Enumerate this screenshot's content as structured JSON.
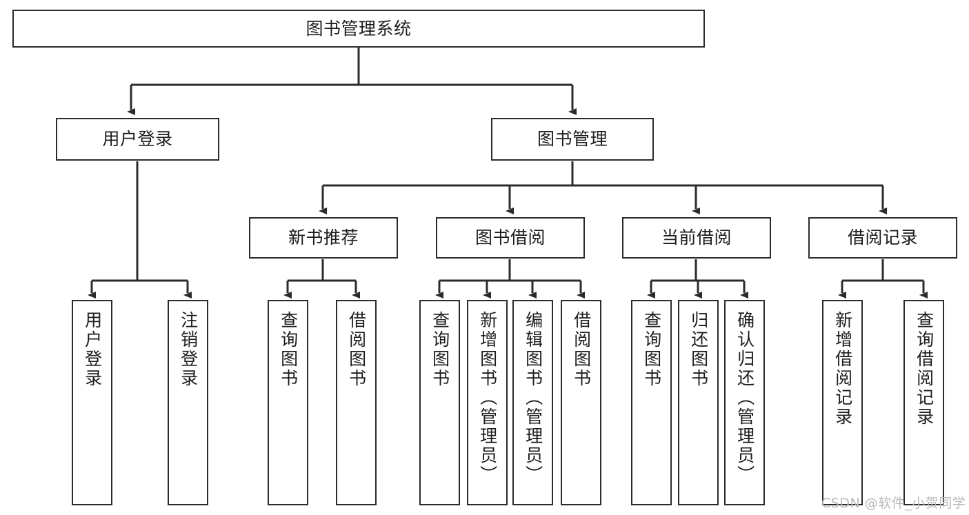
{
  "diagram": {
    "type": "hierarchy-tree",
    "title": "图书管理系统",
    "watermark": "CSDN @软件_小贺同学",
    "colors": {
      "box_border": "#2b2b2b",
      "box_fill": "#ffffff",
      "connector": "#2b2b2b",
      "text": "#1d1d1d",
      "watermark": "#b9b9b9",
      "background": "#ffffff"
    },
    "nodes": {
      "root": {
        "label": "图书管理系统"
      },
      "level2": [
        {
          "id": "user-login",
          "label": "用户登录"
        },
        {
          "id": "book-management",
          "label": "图书管理"
        }
      ],
      "level3": [
        {
          "id": "new-book-recommend",
          "label": "新书推荐"
        },
        {
          "id": "book-borrow",
          "label": "图书借阅"
        },
        {
          "id": "current-borrow",
          "label": "当前借阅"
        },
        {
          "id": "borrow-record",
          "label": "借阅记录"
        }
      ],
      "leaves": [
        {
          "id": "leaf-user-login",
          "label": "用户登录",
          "parent": "user-login"
        },
        {
          "id": "leaf-logout",
          "label": "注销登录",
          "parent": "user-login"
        },
        {
          "id": "leaf-query-book-1",
          "label": "查询图书",
          "parent": "new-book-recommend"
        },
        {
          "id": "leaf-borrow-book-1",
          "label": "借阅图书",
          "parent": "new-book-recommend"
        },
        {
          "id": "leaf-query-book-2",
          "label": "查询图书",
          "parent": "book-borrow"
        },
        {
          "id": "leaf-add-book",
          "label": "新增图书（管理员）",
          "parent": "book-borrow"
        },
        {
          "id": "leaf-edit-book",
          "label": "编辑图书（管理员）",
          "parent": "book-borrow"
        },
        {
          "id": "leaf-borrow-book-2",
          "label": "借阅图书",
          "parent": "book-borrow"
        },
        {
          "id": "leaf-query-book-3",
          "label": "查询图书",
          "parent": "current-borrow"
        },
        {
          "id": "leaf-return-book",
          "label": "归还图书",
          "parent": "current-borrow"
        },
        {
          "id": "leaf-confirm-return",
          "label": "确认归还（管理员）",
          "parent": "current-borrow"
        },
        {
          "id": "leaf-add-record",
          "label": "新增借阅记录",
          "parent": "borrow-record"
        },
        {
          "id": "leaf-query-record",
          "label": "查询借阅记录",
          "parent": "borrow-record"
        }
      ]
    }
  }
}
